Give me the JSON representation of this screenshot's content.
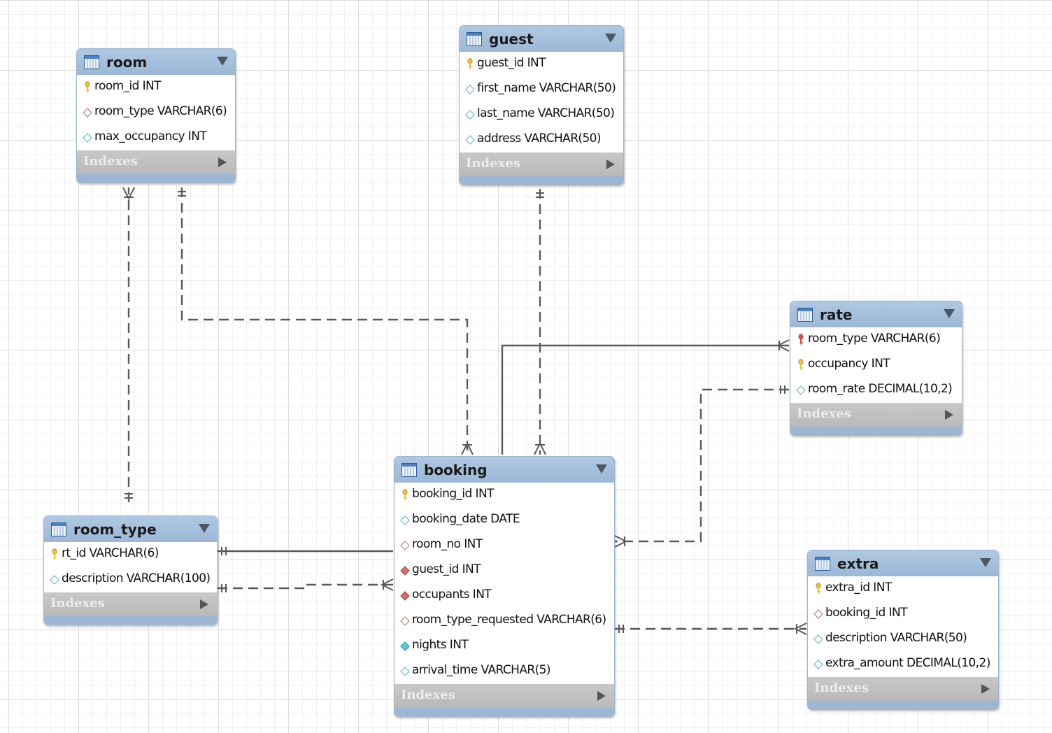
{
  "indexes_label": "Indexes",
  "colors": {
    "header": "#a7c0dc",
    "indexes_bar": "#c0c0c0",
    "connector": "#5a5a5a",
    "pk_key": "#e8c440",
    "fk_key": "#d45050",
    "diamond_outline": "#6fb9c8",
    "diamond_fk": "#c08080",
    "diamond_filled_fk": "#d07070",
    "diamond_filled_nn": "#5fc8d6"
  },
  "entities": [
    {
      "id": "room",
      "name": "room",
      "columns": [
        {
          "text": "room_id INT",
          "icon": "primary-key-icon"
        },
        {
          "text": "room_type VARCHAR(6)",
          "icon": "foreign-key-diamond-icon"
        },
        {
          "text": "max_occupancy INT",
          "icon": "nullable-column-icon"
        }
      ]
    },
    {
      "id": "guest",
      "name": "guest",
      "columns": [
        {
          "text": "guest_id INT",
          "icon": "primary-key-icon"
        },
        {
          "text": "first_name VARCHAR(50)",
          "icon": "nullable-column-icon"
        },
        {
          "text": "last_name VARCHAR(50)",
          "icon": "nullable-column-icon"
        },
        {
          "text": "address VARCHAR(50)",
          "icon": "nullable-column-icon"
        }
      ]
    },
    {
      "id": "rate",
      "name": "rate",
      "columns": [
        {
          "text": "room_type VARCHAR(6)",
          "icon": "primary-foreign-key-icon"
        },
        {
          "text": "occupancy INT",
          "icon": "primary-key-icon"
        },
        {
          "text": "room_rate DECIMAL(10,2)",
          "icon": "nullable-column-icon"
        }
      ]
    },
    {
      "id": "booking",
      "name": "booking",
      "columns": [
        {
          "text": "booking_id INT",
          "icon": "primary-key-icon"
        },
        {
          "text": "booking_date DATE",
          "icon": "nullable-column-icon"
        },
        {
          "text": "room_no INT",
          "icon": "foreign-key-diamond-icon"
        },
        {
          "text": "guest_id INT",
          "icon": "not-null-foreign-key-icon"
        },
        {
          "text": "occupants INT",
          "icon": "not-null-foreign-key-icon"
        },
        {
          "text": "room_type_requested VARCHAR(6)",
          "icon": "foreign-key-diamond-icon"
        },
        {
          "text": "nights INT",
          "icon": "not-null-column-icon"
        },
        {
          "text": "arrival_time VARCHAR(5)",
          "icon": "nullable-column-icon"
        }
      ]
    },
    {
      "id": "room_type",
      "name": "room_type",
      "columns": [
        {
          "text": "rt_id VARCHAR(6)",
          "icon": "primary-key-icon"
        },
        {
          "text": "description VARCHAR(100)",
          "icon": "nullable-column-icon"
        }
      ]
    },
    {
      "id": "extra",
      "name": "extra",
      "columns": [
        {
          "text": "extra_id INT",
          "icon": "primary-key-icon"
        },
        {
          "text": "booking_id INT",
          "icon": "foreign-key-diamond-icon"
        },
        {
          "text": "description VARCHAR(50)",
          "icon": "nullable-column-icon"
        },
        {
          "text": "extra_amount DECIMAL(10,2)",
          "icon": "nullable-column-icon"
        }
      ]
    }
  ],
  "relationships": [
    {
      "id": "room_type-room",
      "from": "room_type",
      "to": "room",
      "identifying": false,
      "from_end": "one",
      "to_end": "many"
    },
    {
      "id": "room-booking",
      "from": "room",
      "to": "booking",
      "identifying": false,
      "from_end": "one",
      "to_end": "many"
    },
    {
      "id": "guest-booking",
      "from": "guest",
      "to": "booking",
      "identifying": false,
      "from_end": "one",
      "to_end": "many"
    },
    {
      "id": "rate-booking-identifying",
      "from": "rate",
      "to": "booking",
      "identifying": true,
      "from_end": "many",
      "to_end": "none"
    },
    {
      "id": "rate-booking",
      "from": "rate",
      "to": "booking",
      "identifying": false,
      "from_end": "one",
      "to_end": "many"
    },
    {
      "id": "room_type-booking-identifying",
      "from": "room_type",
      "to": "booking",
      "identifying": true,
      "from_end": "one",
      "to_end": "none"
    },
    {
      "id": "room_type-booking",
      "from": "room_type",
      "to": "booking",
      "identifying": false,
      "from_end": "one",
      "to_end": "many"
    },
    {
      "id": "booking-extra",
      "from": "booking",
      "to": "extra",
      "identifying": false,
      "from_end": "one",
      "to_end": "many"
    }
  ]
}
